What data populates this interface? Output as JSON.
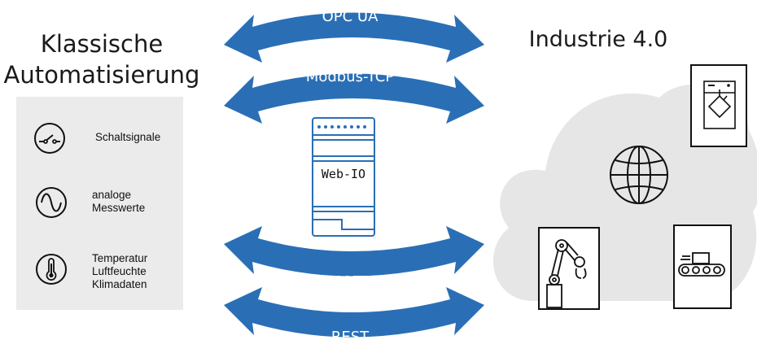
{
  "left_title": {
    "line1": "Klassische",
    "line2": "Automatisierung"
  },
  "right_title": "Industrie 4.0",
  "signals": [
    {
      "label_lines": [
        "Schaltsignale"
      ],
      "icon": "switch-icon"
    },
    {
      "label_lines": [
        "analoge",
        "Messwerte"
      ],
      "icon": "sine-wave-icon"
    },
    {
      "label_lines": [
        "Temperatur",
        "Luftfeuchte",
        "Klimadaten"
      ],
      "icon": "thermometer-icon"
    }
  ],
  "protocols": [
    "OPC UA",
    "Modbus-TCP",
    "MQTT",
    "REST"
  ],
  "device_label": "Web-IO",
  "cloud_icons": [
    "globe-icon",
    "control-cabinet-icon",
    "robot-arm-icon",
    "conveyor-icon"
  ],
  "colors": {
    "arrow": "#2a6fb6",
    "device_stroke": "#2a6fb6",
    "panel": "#ebebeb",
    "cloud": "#e6e6e6",
    "ink": "#111111"
  }
}
